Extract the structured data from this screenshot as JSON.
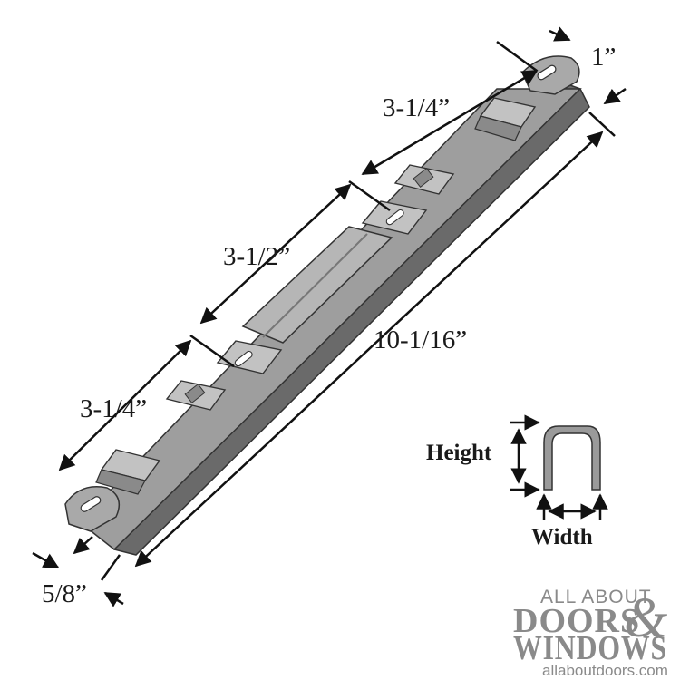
{
  "dimensions": {
    "end_width": "1”",
    "segment_top": "3-1/4”",
    "segment_middle": "3-1/2”",
    "overall_length": "10-1/16”",
    "segment_bottom": "3-1/4”",
    "rail_width": "5/8”"
  },
  "profile": {
    "height_label": "Height",
    "width_label": "Width"
  },
  "logo": {
    "line1": "ALL ABOUT",
    "line2": "DOORS",
    "amp": "&",
    "line3": "WINDOWS",
    "url": "allaboutdoors.com"
  },
  "colors": {
    "part_light": "#b8b8b8",
    "part_mid": "#8f8f8f",
    "part_dark": "#5a5a5a",
    "logo_gray": "#8a8a8a"
  }
}
